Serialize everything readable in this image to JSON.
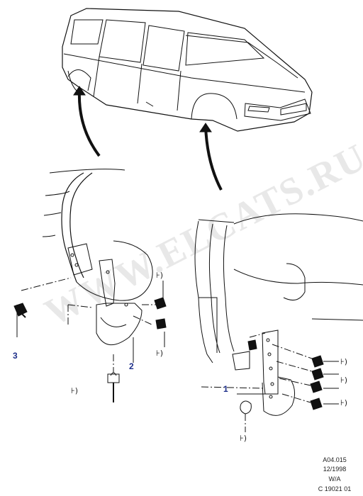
{
  "watermark": "WWW.ELCATS.RU",
  "callouts": [
    {
      "id": "c1",
      "label": "1"
    },
    {
      "id": "c2",
      "label": "2"
    },
    {
      "id": "c3",
      "label": "3"
    }
  ],
  "fastener_symbol": "⊦)",
  "reference_block": {
    "code": "A04.015",
    "date": "12/1998",
    "variant": "W/A",
    "figure": "C 19021 01"
  }
}
